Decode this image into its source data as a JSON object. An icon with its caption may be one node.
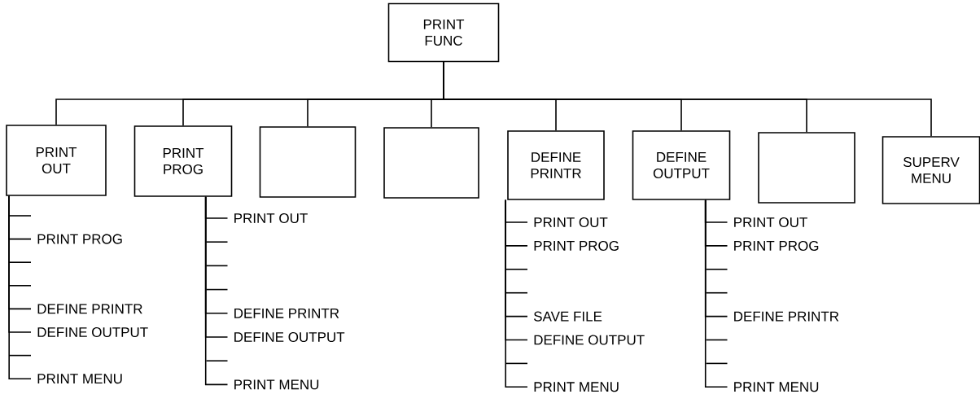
{
  "diagram": {
    "nodes": [
      {
        "text": [
          "PRINT FUNC"
        ]
      },
      {
        "text": [
          "PRINT OUT"
        ]
      },
      {
        "text": [
          "PRINT PROG"
        ]
      },
      {
        "text": [],
        "shape": "box"
      },
      {
        "text": [],
        "shape": "box"
      },
      {
        "text": [
          "DEFINE PRINTR"
        ]
      },
      {
        "text": [
          "DEFINE OUTPUT"
        ]
      },
      {
        "text": [],
        "shape": "box"
      },
      {
        "text": [
          "SUPERV MENU"
        ]
      },
      {
        "text": [
          "PRINT PROG"
        ]
      },
      {
        "text": [
          "DEFINE PRINTR"
        ]
      },
      {
        "text": [
          "DEFINE OUTPUT"
        ]
      },
      {
        "text": [
          "PRINT MENU"
        ]
      },
      {
        "text": [
          "PRINT OUT"
        ]
      },
      {
        "text": [
          "DEFINE PRINTR"
        ]
      },
      {
        "text": [
          "DEFINE OUTPUT"
        ]
      },
      {
        "text": [
          "PRINT MENU"
        ]
      },
      {
        "text": [
          "PRINT OUT"
        ]
      },
      {
        "text": [
          "PRINT PROG"
        ]
      },
      {
        "text": [
          "SAVE FILE"
        ]
      },
      {
        "text": [
          "DEFINE OUTPUT"
        ]
      },
      {
        "text": [
          "PRINT MENU"
        ]
      },
      {
        "text": [
          "PRINT OUT"
        ]
      },
      {
        "text": [
          "PRINT PROG"
        ]
      },
      {
        "text": [
          "DEFINE PRINTR"
        ]
      },
      {
        "text": [
          "PRINT MENU"
        ]
      }
    ],
    "edges": [
      {
        "from": 0,
        "to": 1,
        "arrow": "none"
      },
      {
        "from": 0,
        "to": 2,
        "arrow": "none"
      },
      {
        "from": 0,
        "to": 3,
        "arrow": "none"
      },
      {
        "from": 0,
        "to": 4,
        "arrow": "none"
      },
      {
        "from": 0,
        "to": 5,
        "arrow": "none"
      },
      {
        "from": 0,
        "to": 6,
        "arrow": "none"
      },
      {
        "from": 0,
        "to": 7,
        "arrow": "none"
      },
      {
        "from": 0,
        "to": 8,
        "arrow": "none"
      },
      {
        "from": 1,
        "to": 9,
        "arrow": "none"
      },
      {
        "from": 1,
        "to": 10,
        "arrow": "none"
      },
      {
        "from": 1,
        "to": 11,
        "arrow": "none"
      },
      {
        "from": 1,
        "to": 12,
        "arrow": "none"
      },
      {
        "from": 2,
        "to": 13,
        "arrow": "none"
      },
      {
        "from": 2,
        "to": 14,
        "arrow": "none"
      },
      {
        "from": 2,
        "to": 15,
        "arrow": "none"
      },
      {
        "from": 2,
        "to": 16,
        "arrow": "none"
      },
      {
        "from": 5,
        "to": 17,
        "arrow": "none"
      },
      {
        "from": 5,
        "to": 18,
        "arrow": "none"
      },
      {
        "from": 5,
        "to": 19,
        "arrow": "none"
      },
      {
        "from": 5,
        "to": 20,
        "arrow": "none"
      },
      {
        "from": 5,
        "to": 21,
        "arrow": "none"
      },
      {
        "from": 6,
        "to": 22,
        "arrow": "none"
      },
      {
        "from": 6,
        "to": 23,
        "arrow": "none"
      },
      {
        "from": 6,
        "to": 24,
        "arrow": "none"
      },
      {
        "from": 6,
        "to": 25,
        "arrow": "none"
      }
    ]
  }
}
